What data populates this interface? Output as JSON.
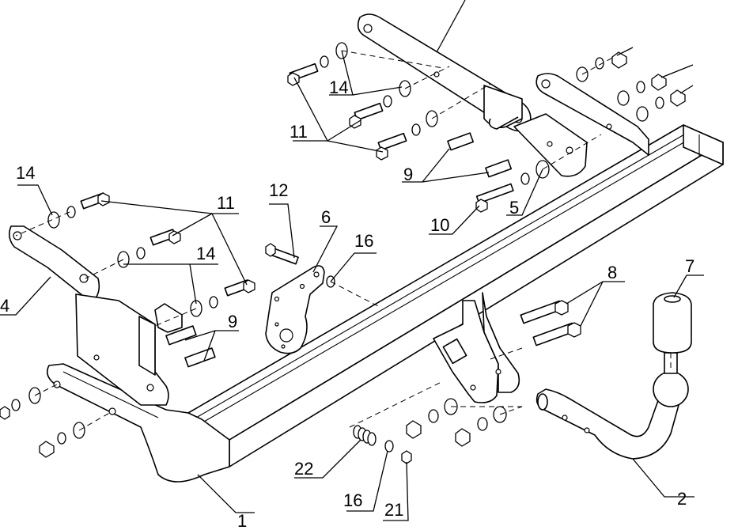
{
  "diagram": {
    "callouts": [
      {
        "id": "c1",
        "text": "1"
      },
      {
        "id": "c2",
        "text": "2"
      },
      {
        "id": "c4",
        "text": "4"
      },
      {
        "id": "c5",
        "text": "5"
      },
      {
        "id": "c6",
        "text": "6"
      },
      {
        "id": "c7",
        "text": "7"
      },
      {
        "id": "c8",
        "text": "8"
      },
      {
        "id": "c9a",
        "text": "9"
      },
      {
        "id": "c9b",
        "text": "9"
      },
      {
        "id": "c10",
        "text": "10"
      },
      {
        "id": "c11a",
        "text": "11"
      },
      {
        "id": "c11b",
        "text": "11"
      },
      {
        "id": "c12",
        "text": "12"
      },
      {
        "id": "c14a",
        "text": "14"
      },
      {
        "id": "c14b",
        "text": "14"
      },
      {
        "id": "c14c",
        "text": "14"
      },
      {
        "id": "c16a",
        "text": "16"
      },
      {
        "id": "c16b",
        "text": "16"
      },
      {
        "id": "c21",
        "text": "21"
      },
      {
        "id": "c22",
        "text": "22"
      }
    ]
  }
}
